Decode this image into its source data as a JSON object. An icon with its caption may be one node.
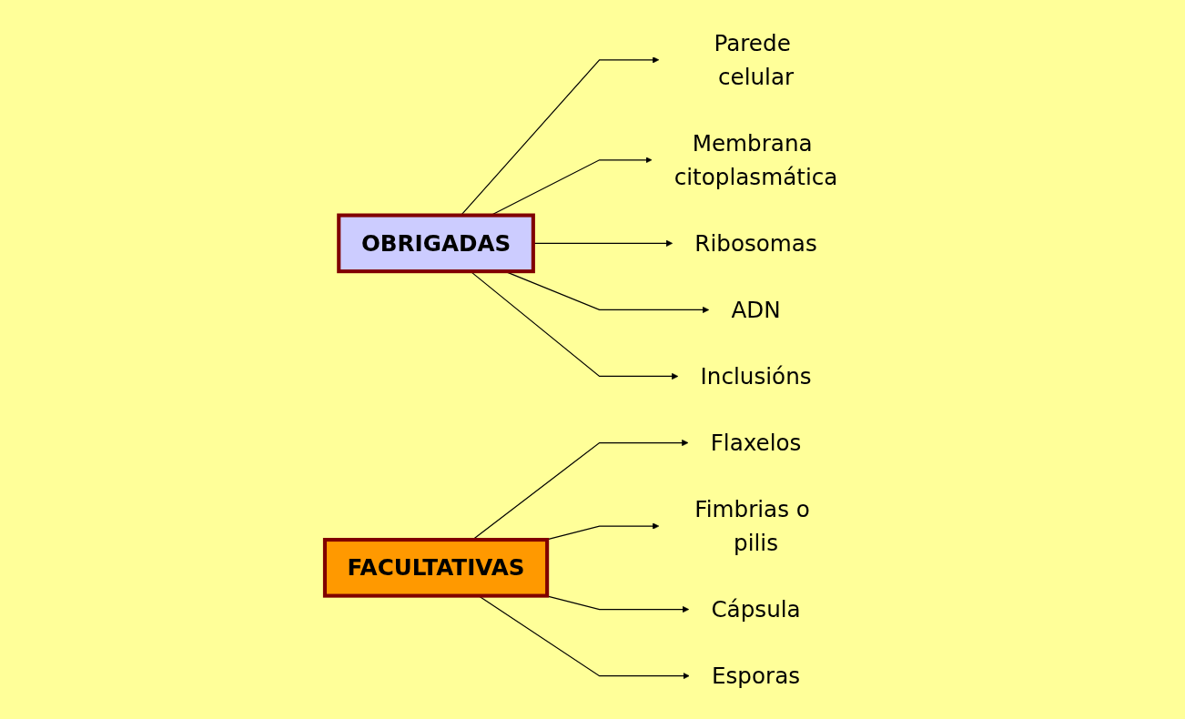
{
  "diagram": {
    "nodes": [
      {
        "text": [
          "OBRIGADAS"
        ]
      },
      {
        "text": [
          "Parede celular"
        ]
      },
      {
        "text": [
          "Membrana citoplasmática"
        ]
      },
      {
        "text": [
          "Ribosomas"
        ]
      },
      {
        "text": [
          "ADN"
        ]
      },
      {
        "text": [
          "Inclusións"
        ]
      },
      {
        "text": [
          "FACULTATIVAS"
        ]
      },
      {
        "text": [
          "Flaxelos"
        ]
      },
      {
        "text": [
          "Fimbrias o pilis"
        ]
      },
      {
        "text": [
          "Cápsula"
        ]
      },
      {
        "text": [
          "Esporas"
        ]
      }
    ],
    "edges": [
      {
        "from": 0,
        "to": 1,
        "arrow": "to"
      },
      {
        "from": 0,
        "to": 2,
        "arrow": "to"
      },
      {
        "from": 0,
        "to": 3,
        "arrow": "to"
      },
      {
        "from": 0,
        "to": 4,
        "arrow": "to"
      },
      {
        "from": 0,
        "to": 5,
        "arrow": "to"
      },
      {
        "from": 6,
        "to": 7,
        "arrow": "to"
      },
      {
        "from": 6,
        "to": 8,
        "arrow": "to"
      },
      {
        "from": 6,
        "to": 9,
        "arrow": "to"
      },
      {
        "from": 6,
        "to": 10,
        "arrow": "to"
      }
    ]
  }
}
